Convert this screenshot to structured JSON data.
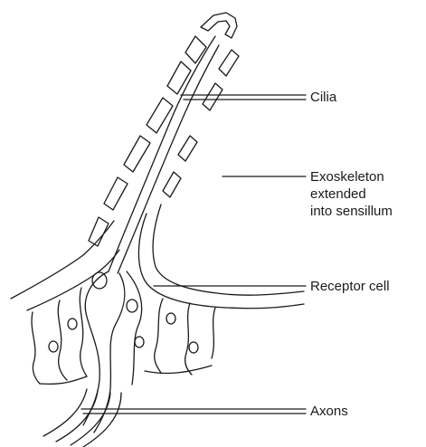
{
  "labels": {
    "cilia": "Cilia",
    "exoskeleton_line1": "Exoskeleton",
    "exoskeleton_line2": "extended",
    "exoskeleton_line3": "into sensillum",
    "receptor_cell": "Receptor cell",
    "axons": "Axons"
  },
  "colors": {
    "ink": "#1a1a1a",
    "background": "#ffffff"
  }
}
